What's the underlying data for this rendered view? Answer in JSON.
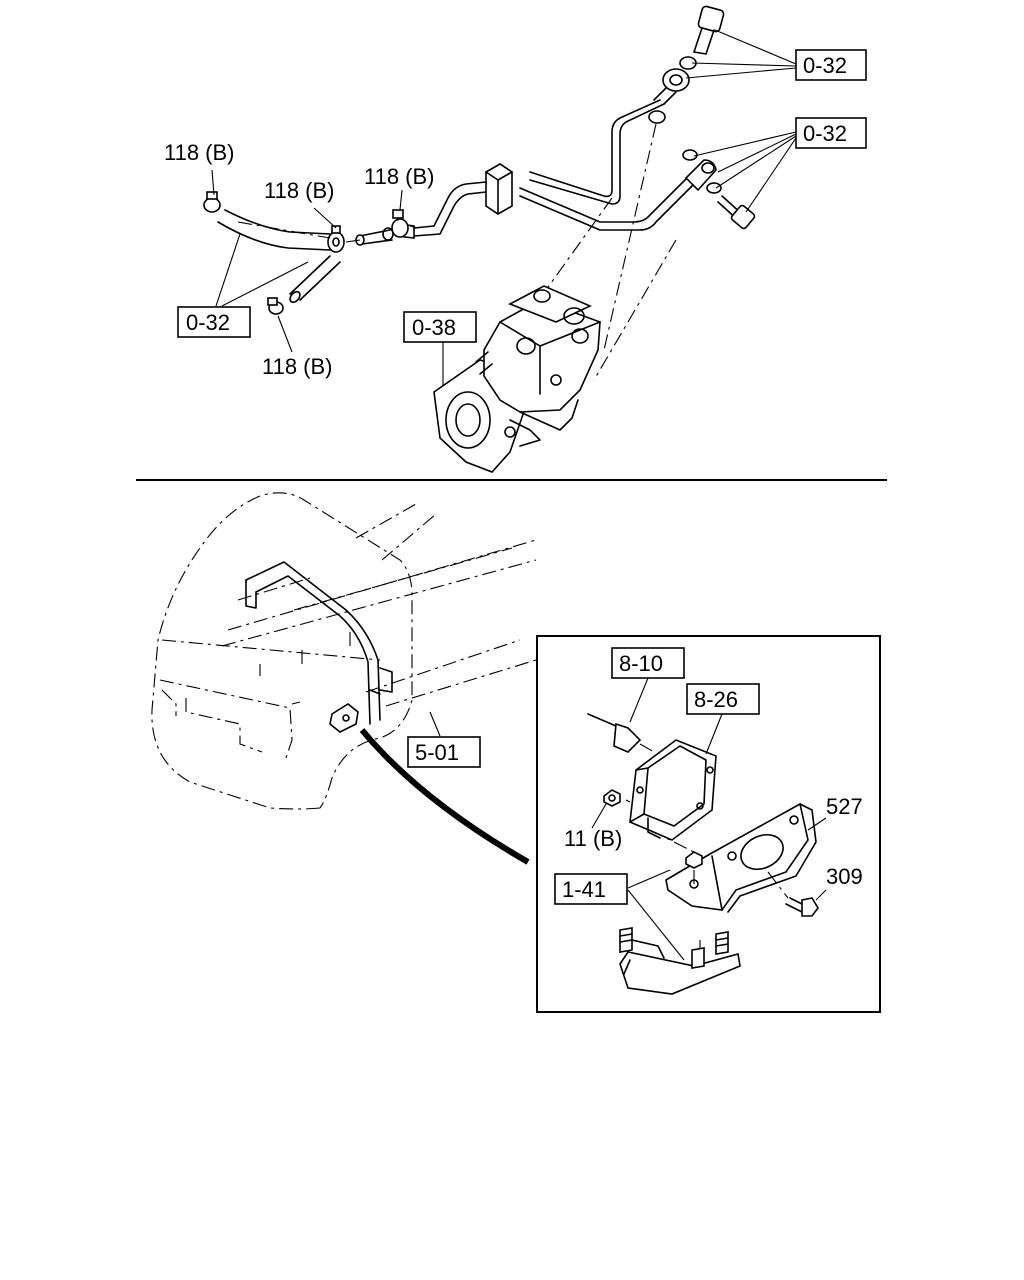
{
  "labels": {
    "top_right_1": "0-32",
    "top_right_2": "0-32",
    "left_box": "0-32",
    "compressor": "0-38",
    "clamp_1": "118 (B)",
    "clamp_2": "118 (B)",
    "clamp_3": "118 (B)",
    "clamp_4": "118 (B)",
    "frame": "5-01",
    "sensor_a": "8-10",
    "sensor_b": "8-26",
    "bracket_lower": "1-41",
    "nut": "11 (B)",
    "bracket_upper": "527",
    "bolt": "309"
  }
}
